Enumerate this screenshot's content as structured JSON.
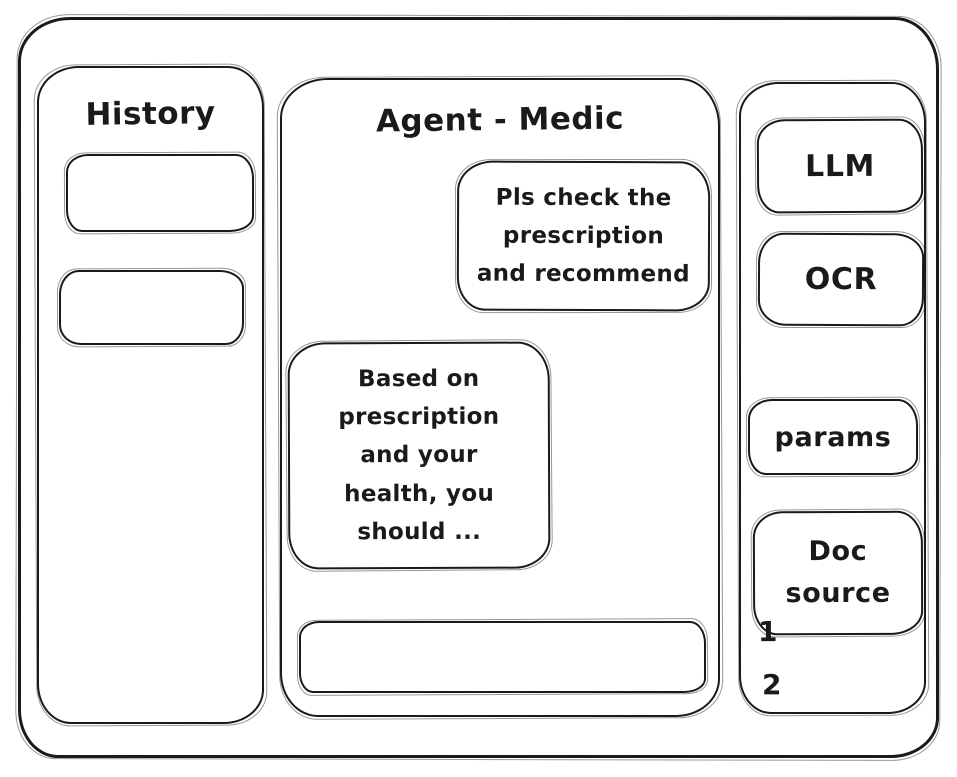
{
  "colors": {
    "ink": "#1a1a1a",
    "background": "#ffffff"
  },
  "history": {
    "title": "History",
    "items": [
      {
        "label": ""
      },
      {
        "label": ""
      }
    ]
  },
  "chat": {
    "title": "Agent - Medic",
    "user_message": "Pls check the\nprescription\nand recommend",
    "assistant_message": "Based on\nprescription\nand your\nhealth, you\nshould ...",
    "input": {
      "value": "",
      "placeholder": ""
    }
  },
  "tools": {
    "buttons": [
      {
        "label": "LLM"
      },
      {
        "label": "OCR"
      },
      {
        "label": "params"
      },
      {
        "label": "Doc\nsource"
      }
    ],
    "doc_items": [
      "1",
      "2"
    ]
  }
}
